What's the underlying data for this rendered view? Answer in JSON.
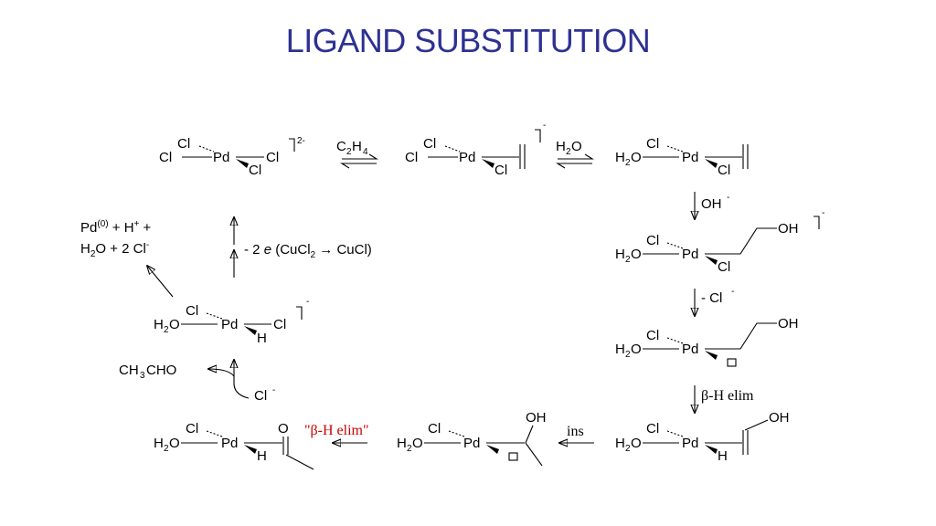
{
  "title": "LIGAND SUBSTITUTION",
  "colors": {
    "title": "#2e3192",
    "highlight": "#cc0000",
    "ink": "#000000"
  },
  "atoms": {
    "pd": "Pd",
    "cl": "Cl",
    "h": "H",
    "oh": "OH",
    "o": "O",
    "h2": "H",
    "h2_sub": "2",
    "h2_o": "O"
  },
  "charges": {
    "two_minus": "2-",
    "minus": "-"
  },
  "reagents": {
    "c2h4_c": "C",
    "c2h4_sub1": "2",
    "c2h4_h": "H",
    "c2h4_sub2": "4",
    "h2o_h": "H",
    "h2o_sub": "2",
    "h2o_o": "O",
    "oh_minus": "OH",
    "minus_cl": "- Cl",
    "beta_h_elim": "β-H elim",
    "ins": "ins",
    "beta_h_elim_quoted": "\"β-H elim\"",
    "cl_minus": "Cl",
    "ch3cho_a": "CH",
    "ch3cho_sub": "3",
    "ch3cho_b": "CHO",
    "reox_a": "- 2 ",
    "reox_e": "e",
    "reox_b": " (CuCl",
    "reox_sub": "2",
    "reox_c": " → CuCl)"
  },
  "products": {
    "line1_a": "Pd",
    "line1_sup": "(0)",
    "line1_b": " + H",
    "line1_sup2": "+",
    "line1_c": " +",
    "line2_a": "H",
    "line2_sub": "2",
    "line2_b": "O + 2 Cl",
    "line2_sup": "-"
  }
}
